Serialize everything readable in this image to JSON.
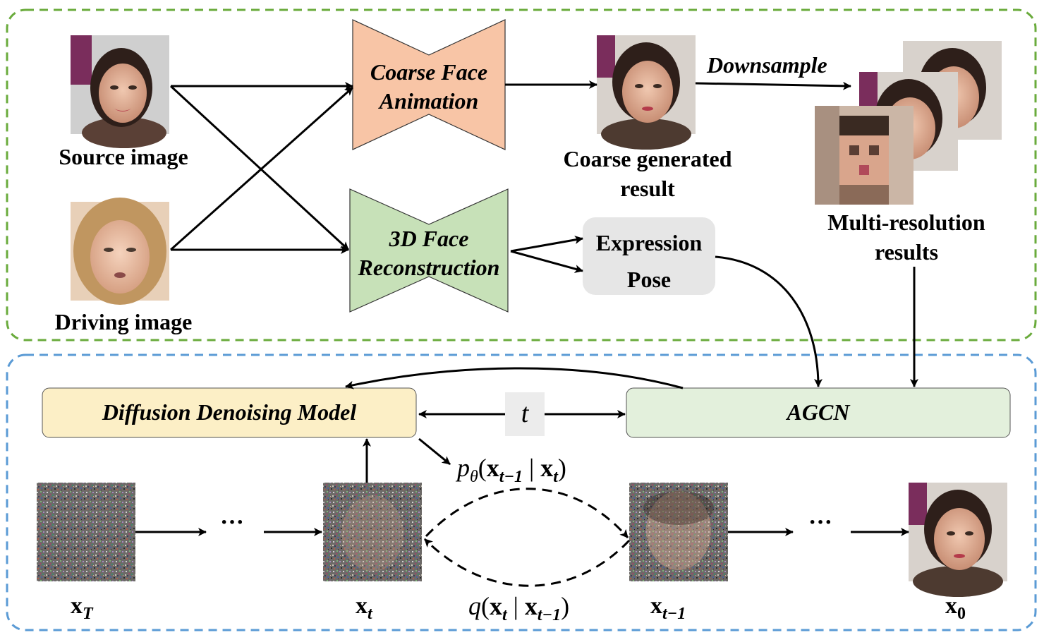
{
  "top_panel": {
    "source_label": "Source image",
    "driving_label": "Driving image",
    "coarse_block": {
      "line1": "Coarse Face",
      "line2": "Animation"
    },
    "recon_block": {
      "line1": "3D Face",
      "line2": "Reconstruction"
    },
    "coarse_result": {
      "line1": "Coarse generated",
      "line2": "result"
    },
    "downsample_label": "Downsample",
    "multi_res": {
      "line1": "Multi-resolution",
      "line2": "results"
    },
    "params_box": {
      "line1": "Expression",
      "line2": "Pose"
    }
  },
  "bottom_panel": {
    "ddm_label": "Diffusion Denoising Model",
    "agcn_label": "AGCN",
    "t_label": "t",
    "ellipsis": "···",
    "formula_p": {
      "main": "p",
      "sub": "θ",
      "open": "(",
      "x": "x",
      "sub1": "t−1",
      "bar": " | ",
      "x2": "x",
      "sub2": "t",
      "close": ")"
    },
    "formula_q": {
      "main": "q",
      "open": "(",
      "x": "x",
      "sub1": "t",
      "bar": " | ",
      "x2": "x",
      "sub2": "t−1",
      "close": ")"
    },
    "x_labels": [
      {
        "base": "x",
        "sub": "T"
      },
      {
        "base": "x",
        "sub": "t"
      },
      {
        "base": "x",
        "sub": "t−1"
      },
      {
        "base": "x",
        "sub": "0"
      }
    ]
  },
  "colors": {
    "green_border": "#6aab3c",
    "blue_border": "#5b9bd5",
    "coarse_fill": "#f8c5a6",
    "recon_fill": "#c7e1b8",
    "ddm_fill": "#fcefc6",
    "agcn_fill": "#e3f0dc",
    "params_fill": "#e6e6e6",
    "t_fill": "#ececec"
  }
}
